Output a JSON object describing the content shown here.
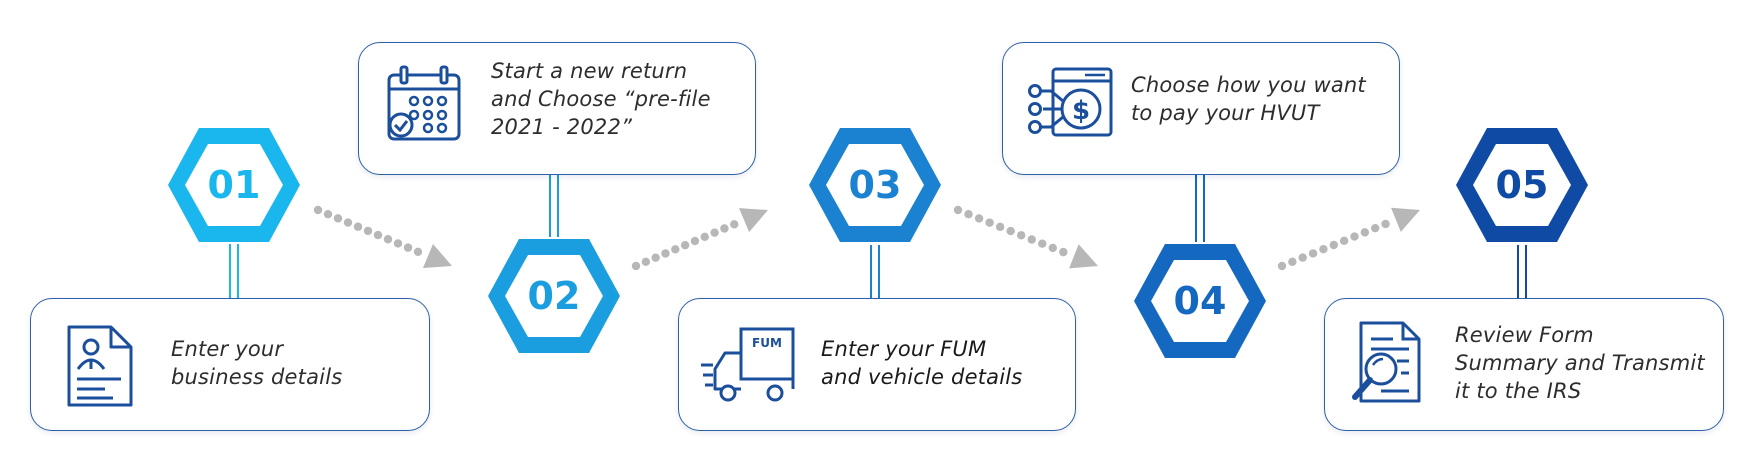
{
  "steps": [
    {
      "number": "01",
      "lines": [
        "Enter your",
        "business details"
      ],
      "icon": "business-profile-icon"
    },
    {
      "number": "02",
      "lines": [
        "Start a new return",
        "and Choose “pre-file",
        "2021 - 2022”"
      ],
      "icon": "calendar-icon"
    },
    {
      "number": "03",
      "lines": [
        "Enter your FUM",
        "and vehicle details"
      ],
      "icon": "truck-icon",
      "icon_text": "FUM"
    },
    {
      "number": "04",
      "lines": [
        "Choose how you want",
        "to pay your HVUT"
      ],
      "icon": "payment-options-icon"
    },
    {
      "number": "05",
      "lines": [
        "Review Form",
        "Summary and Transmit",
        "it to the IRS"
      ],
      "icon": "document-review-icon"
    }
  ],
  "colors": {
    "hex1": "#1ab6ee",
    "hex2": "#1a9ee0",
    "hex3": "#1a82d0",
    "hex4": "#1568bf",
    "hex5": "#0f4aa5",
    "card_border": "#2f5fa8",
    "icon": "#1b4f9c",
    "dots": "#b7b7b7",
    "text": "#2d2d2d"
  }
}
